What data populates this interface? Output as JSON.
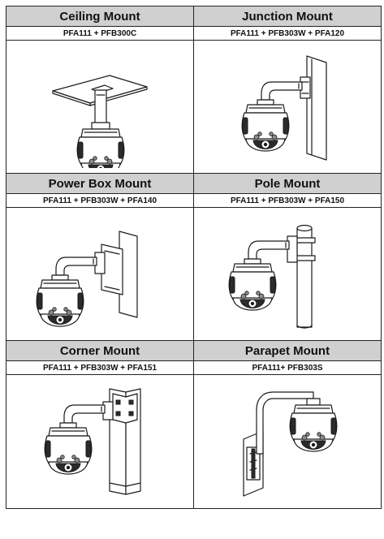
{
  "mounts": [
    {
      "name": "Ceiling Mount",
      "model": "PFA111 + PFB300C",
      "illustration": "ceiling-mount-camera"
    },
    {
      "name": "Junction Mount",
      "model": "PFA111 + PFB303W + PFA120",
      "illustration": "junction-mount-camera"
    },
    {
      "name": "Power Box Mount",
      "model": "PFA111 + PFB303W + PFA140",
      "illustration": "power-box-mount-camera"
    },
    {
      "name": "Pole Mount",
      "model": "PFA111 + PFB303W + PFA150",
      "illustration": "pole-mount-camera"
    },
    {
      "name": "Corner Mount",
      "model": "PFA111 + PFB303W + PFA151",
      "illustration": "corner-mount-camera"
    },
    {
      "name": "Parapet Mount",
      "model": "PFA111+ PFB303S",
      "illustration": "parapet-mount-camera"
    }
  ]
}
